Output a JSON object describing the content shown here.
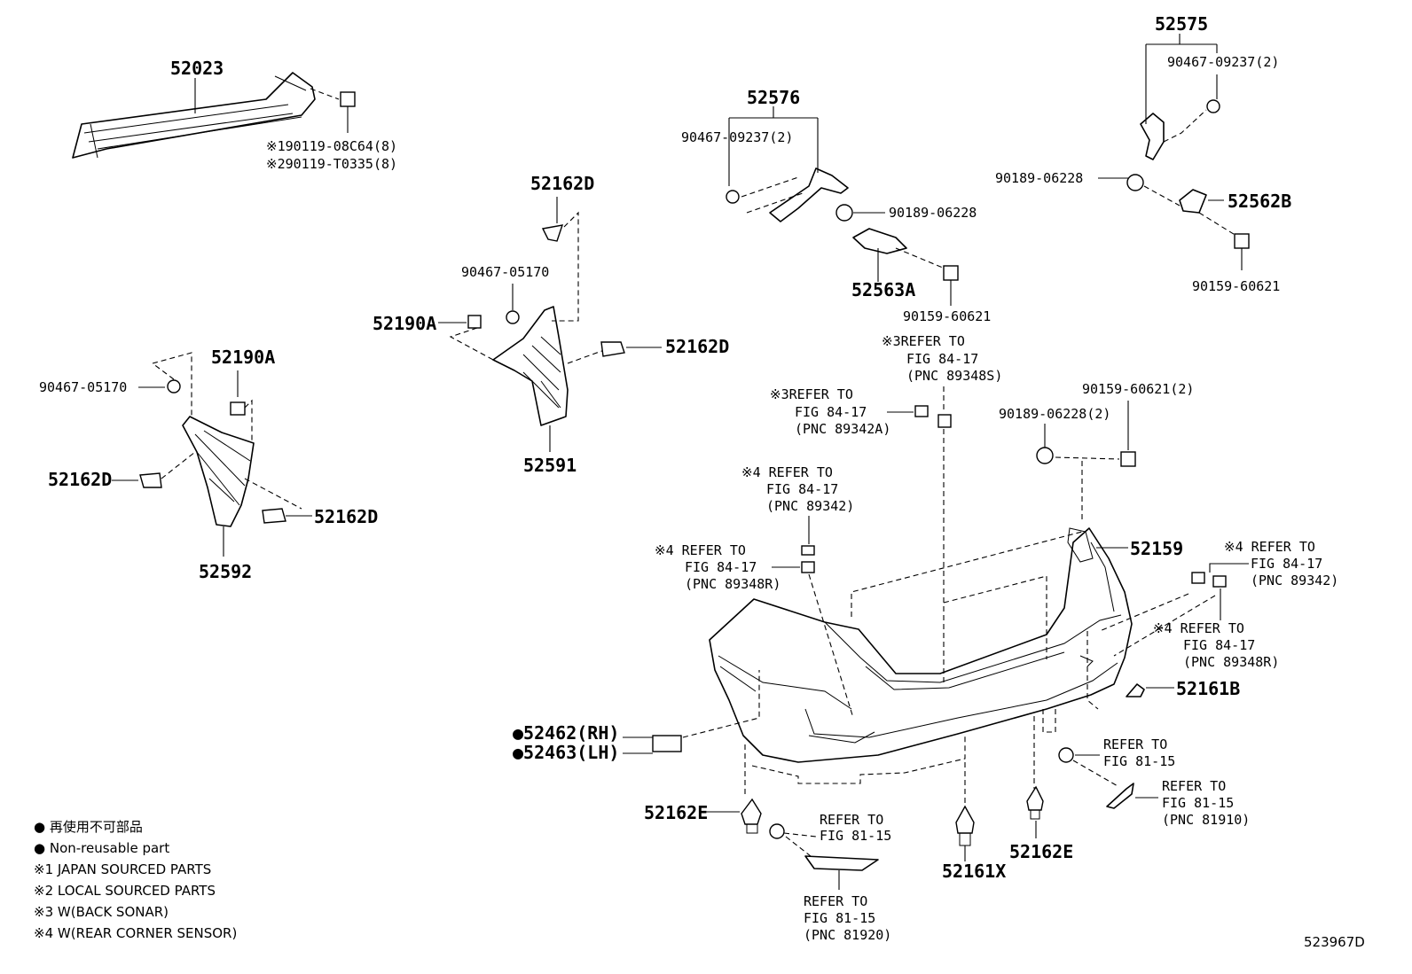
{
  "labels": {
    "p52023": "52023",
    "bolt1": "※190119-08C64(8)",
    "bolt2": "※290119-T0335(8)",
    "p52576": "52576",
    "clip_a": "90467-09237(2)",
    "screw_a": "90189-06228",
    "p52563A": "52563A",
    "bolt_a": "90159-60621",
    "p52575": "52575",
    "clip_b": "90467-09237(2)",
    "screw_b": "90189-06228",
    "p52562B": "52562B",
    "bolt_b": "90159-60621",
    "p52162D_top": "52162D",
    "clip_c": "90467-05170",
    "p52190A_left": "52190A",
    "p52162D_mid": "52162D",
    "p52591": "52591",
    "clip_d": "90467-05170",
    "p52190A": "52190A",
    "p52162D_left": "52162D",
    "p52162D_right": "52162D",
    "p52592": "52592",
    "bolt_c": "90159-60621(2)",
    "screw_c": "90189-06228(2)",
    "p52159": "52159",
    "p52161B": "52161B",
    "p52462": "●52462(RH)",
    "p52463": "●52463(LH)",
    "p52162E_left": "52162E",
    "p52161X": "52161X",
    "p52162E_right": "52162E",
    "diagram_id": "523967D"
  },
  "refs": {
    "r1": [
      "※3REFER TO",
      "FIG 84-17",
      "(PNC 89348S)"
    ],
    "r2": [
      "※3REFER TO",
      "FIG 84-17",
      "(PNC 89342A)"
    ],
    "r3": [
      "※4 REFER TO",
      "FIG 84-17",
      "(PNC 89342)"
    ],
    "r4": [
      "※4 REFER TO",
      "FIG 84-17",
      "(PNC 89348R)"
    ],
    "r5": [
      "※4 REFER TO",
      "FIG 84-17",
      "(PNC 89342)"
    ],
    "r6": [
      "※4 REFER TO",
      "FIG 84-17",
      "(PNC 89348R)"
    ],
    "r7": [
      "REFER TO",
      "FIG 81-15"
    ],
    "r8": [
      "REFER TO",
      "FIG 81-15",
      "(PNC 81910)"
    ],
    "r9": [
      "REFER TO",
      "FIG 81-15"
    ],
    "r10": [
      "REFER TO",
      "FIG 81-15",
      "(PNC 81920)"
    ]
  },
  "legend": [
    "● 再使用不可部品",
    "● Non-reusable part",
    "※1 JAPAN SOURCED PARTS",
    "※2 LOCAL SOURCED PARTS",
    "※3 W(BACK SONAR)",
    "※4 W(REAR CORNER SENSOR)"
  ]
}
